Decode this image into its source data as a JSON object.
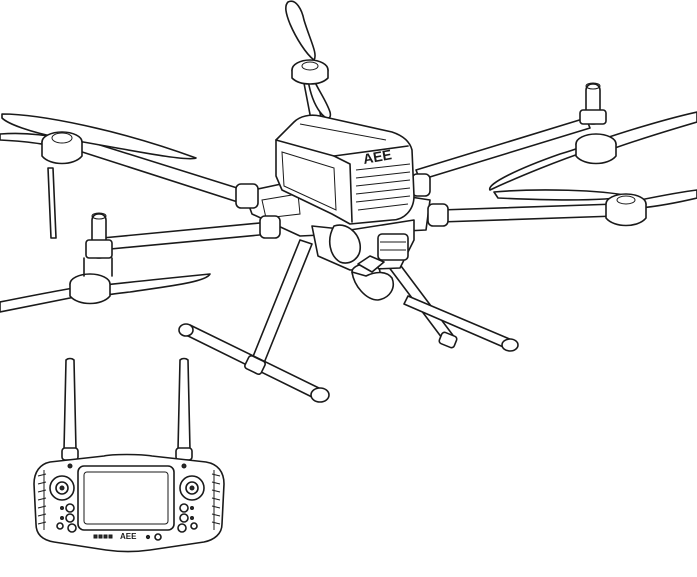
{
  "drone": {
    "brand_logo": "AEE",
    "icon": "hexacopter-drone-line-drawing"
  },
  "controller": {
    "brand_logo": "AEE",
    "icon": "remote-controller-line-drawing"
  }
}
